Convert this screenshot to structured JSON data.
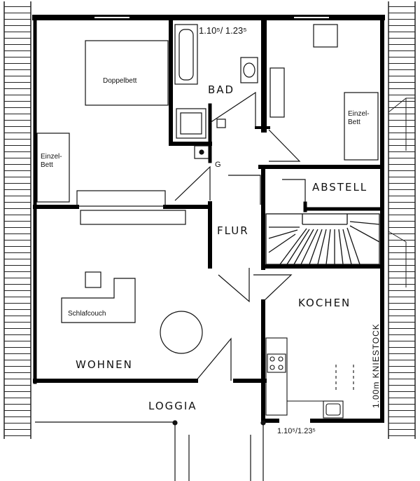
{
  "rooms": {
    "bad": "BAD",
    "abstell": "ABSTELL",
    "flur": "FLUR",
    "kochen": "KOCHEN",
    "wohnen": "WOHNEN",
    "loggia": "LOGGIA"
  },
  "furniture": {
    "doppelbett": "Doppelbett",
    "einzelbett_left_1": "Einzel-",
    "einzelbett_left_2": "Bett",
    "einzelbett_right_1": "Einzel-",
    "einzelbett_right_2": "Bett",
    "schlafcouch": "Schlafcouch"
  },
  "annotations": {
    "bath_dimension": "1.10⁵/ 1.23⁵",
    "kitchen_dimension": "1.10⁵/1.23⁵",
    "kniestock": "1.00m KNIESTOCK",
    "g_symbol": "G"
  }
}
